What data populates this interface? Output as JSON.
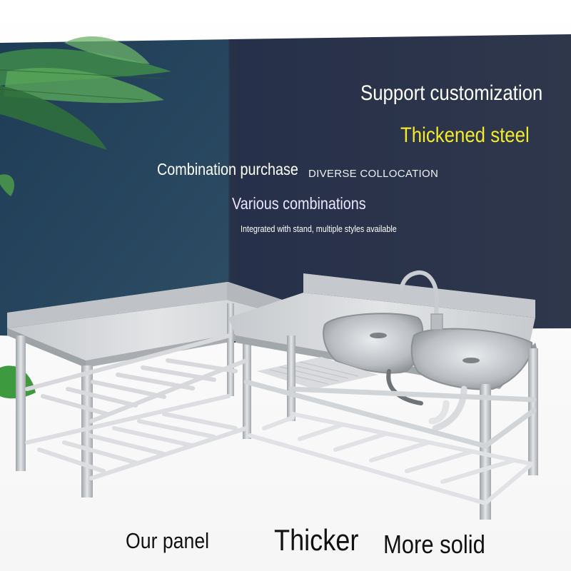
{
  "headline": {
    "support": "Support customization",
    "thickened": "Thickened steel"
  },
  "collocation": {
    "combination": "Combination purchase",
    "diverse": "DIVERSE COLLOCATION",
    "various": "Various combinations",
    "integrated": "Integrated with stand, multiple styles available"
  },
  "footer": {
    "panel": "Our panel",
    "thicker": "Thicker",
    "solid": "More solid"
  },
  "colors": {
    "wall_left": "#2c4a63",
    "wall_right": "#2b3347",
    "accent_yellow": "#f3ea2a",
    "steel": "#c9ccd0"
  },
  "icons": [
    "plant-leaves",
    "faucet",
    "double-sink",
    "drain-pipe"
  ]
}
